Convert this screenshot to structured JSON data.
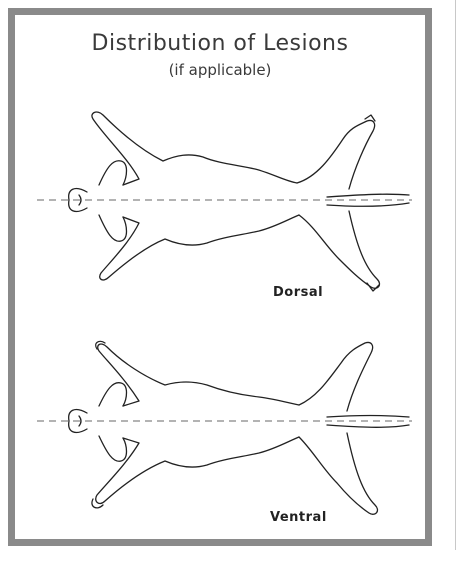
{
  "title": "Distribution of Lesions",
  "subtitle": "(if applicable)",
  "views": {
    "dorsal": {
      "label": "Dorsal"
    },
    "ventral": {
      "label": "Ventral"
    }
  },
  "colors": {
    "frame": "#8a8a8a",
    "outline": "#222222",
    "midline": "#9a9a9a",
    "background": "#ffffff"
  }
}
